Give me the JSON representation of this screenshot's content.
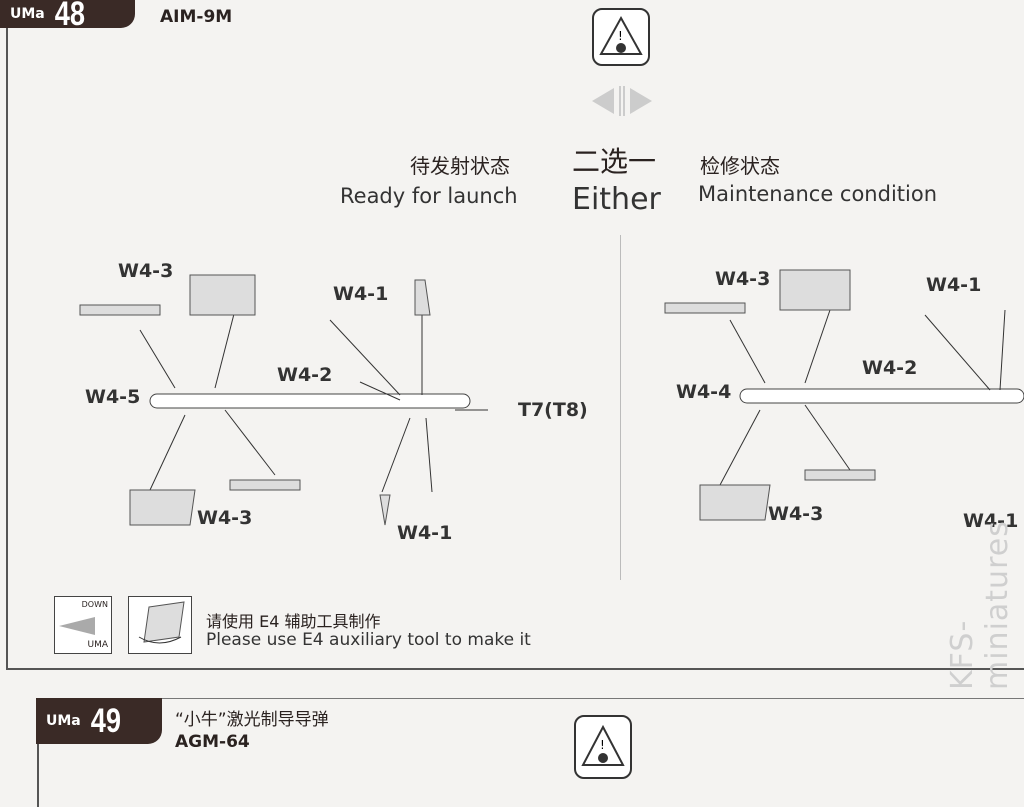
{
  "step48": {
    "badge_prefix": "UMa",
    "number": "48",
    "title_en": "AIM-9M"
  },
  "options": {
    "ready_cn": "待发射状态",
    "ready_en": "Ready for launch",
    "either_cn": "二选一",
    "either_en": "Either",
    "maint_cn": "检修状态",
    "maint_en": "Maintenance condition"
  },
  "left_parts": [
    "W4-3",
    "W4-1",
    "W4-2",
    "W4-5",
    "T7(T8)",
    "W4-3",
    "W4-1"
  ],
  "right_parts": [
    "W4-3",
    "W4-1",
    "W4-2",
    "W4-4",
    "W4-3",
    "W4-1"
  ],
  "tool_box": {
    "down": "DOWN",
    "uma": "UMA"
  },
  "note": {
    "cn": "请使用 E4 辅助工具制作",
    "en": "Please use E4 auxiliary tool to make it"
  },
  "step49": {
    "badge_prefix": "UMa",
    "number": "49",
    "title_cn": "“小牛”激光制导导弹",
    "title_en": "AGM-64"
  },
  "watermark": "KFS-miniatures"
}
